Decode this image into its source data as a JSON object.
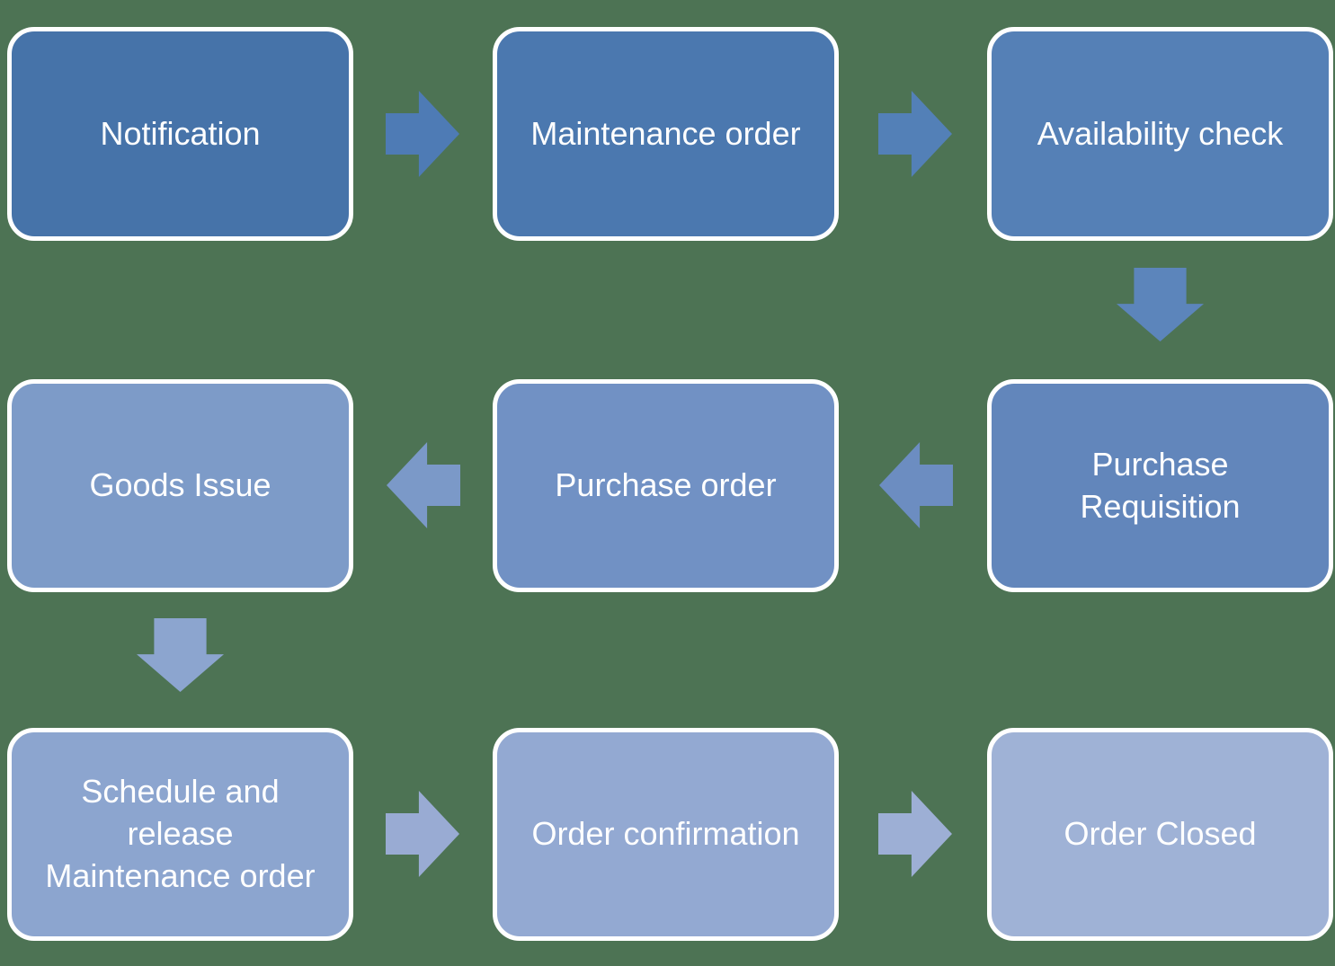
{
  "canvas": {
    "background_color": "#4D7354",
    "text_color": "#FFFFFF",
    "diagram_type": "process-flow"
  },
  "nodes": [
    {
      "label": "Notification",
      "color": "#4673A9",
      "row": 1,
      "col": 1
    },
    {
      "label": "Maintenance order",
      "color": "#4B78AF",
      "row": 1,
      "col": 2
    },
    {
      "label": "Availability check",
      "color": "#5580B6",
      "row": 1,
      "col": 3
    },
    {
      "label": "Purchase Requisition",
      "color": "#6286BB",
      "row": 2,
      "col": 3
    },
    {
      "label": "Purchase order",
      "color": "#7191C4",
      "row": 2,
      "col": 2
    },
    {
      "label": "Goods Issue",
      "color": "#7D9BC8",
      "row": 2,
      "col": 1
    },
    {
      "label": "Schedule and release Maintenance order",
      "color": "#8CA5CF",
      "row": 3,
      "col": 1
    },
    {
      "label": "Order confirmation",
      "color": "#93A9D2",
      "row": 3,
      "col": 2
    },
    {
      "label": "Order Closed",
      "color": "#9FB2D6",
      "row": 3,
      "col": 3
    }
  ],
  "arrows": [
    {
      "name": "notification-to-maintenance-order",
      "direction": "right",
      "color": "#4E7BB5"
    },
    {
      "name": "maintenance-order-to-availability-check",
      "direction": "right",
      "color": "#5380B7"
    },
    {
      "name": "availability-check-to-purchase-requisition",
      "direction": "down",
      "color": "#5C85BB"
    },
    {
      "name": "purchase-requisition-to-purchase-order",
      "direction": "left",
      "color": "#6C8DC1"
    },
    {
      "name": "purchase-order-to-goods-issue",
      "direction": "left",
      "color": "#7B99C8"
    },
    {
      "name": "goods-issue-to-schedule-and-release",
      "direction": "down",
      "color": "#8CA5CF"
    },
    {
      "name": "schedule-and-release-to-order-confirmation",
      "direction": "right",
      "color": "#99ABD3"
    },
    {
      "name": "order-confirmation-to-order-closed",
      "direction": "right",
      "color": "#9DAFD5"
    }
  ]
}
